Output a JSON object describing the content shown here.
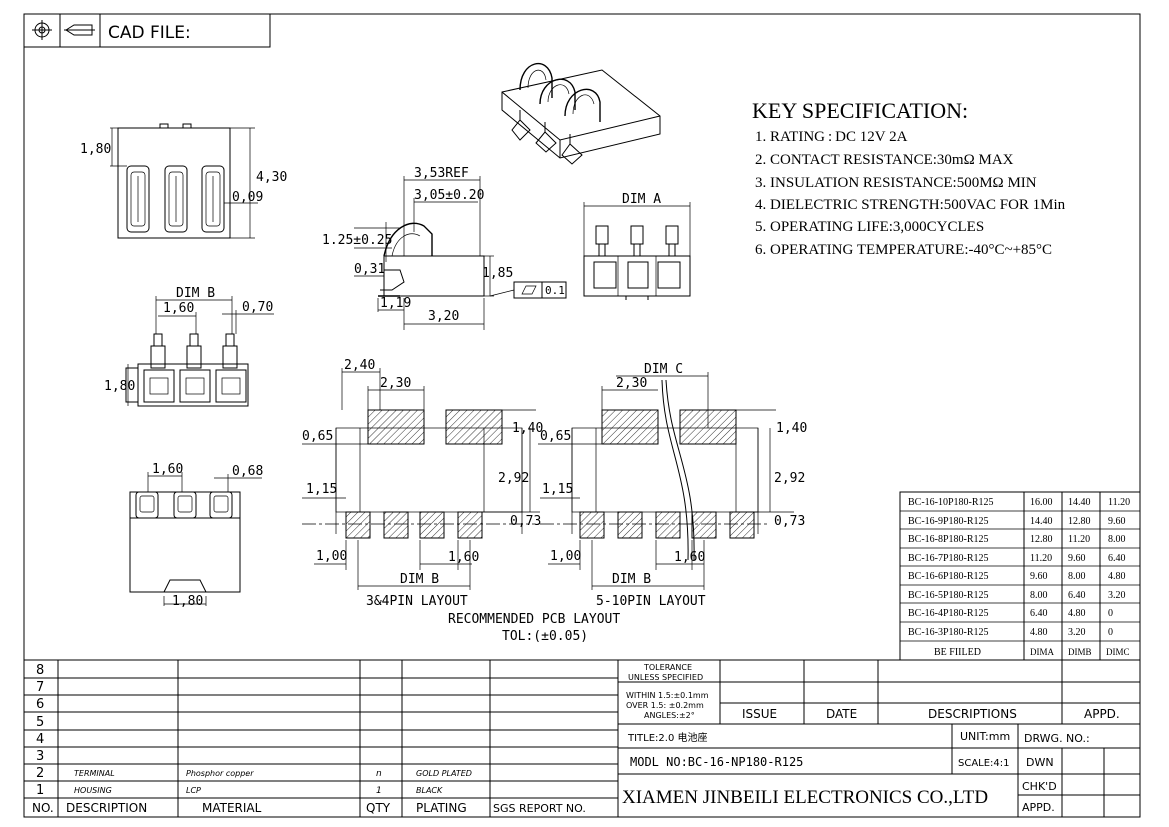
{
  "header": {
    "cad_file": "CAD FILE:"
  },
  "dims": {
    "top_w": "1,80",
    "top_h": "4,30",
    "top_gap": "0,09",
    "side_ref": "3,53REF",
    "side_span": "3,05±0.20",
    "side_125": "1.25±0.25",
    "side_031": "0,31",
    "side_185": "1,85",
    "side_119": "1,19",
    "side_320": "3,20",
    "flat_tol": "0.1",
    "dim_a": "DIM A",
    "b_dimb": "DIM B",
    "b_160": "1,60",
    "b_070": "0,70",
    "b_180": "1,80",
    "f_160": "1,60",
    "f_068": "0,68",
    "f_180": "1,80",
    "l_240": "2,40",
    "l_230": "2,30",
    "l_065": "0,65",
    "l_140": "1,40",
    "l_292": "2,92",
    "l_115": "1,15",
    "l_073": "0,73",
    "l_100": "1,00",
    "l_160": "1,60",
    "l_dimb": "DIM B",
    "l_label": "3&4PIN LAYOUT",
    "r_dimc": "DIM C",
    "r_230": "2,30",
    "r_065": "0,65",
    "r_140": "1,40",
    "r_292": "2,92",
    "r_115": "1,15",
    "r_073": "0,73",
    "r_100": "1,00",
    "r_160": "1,60",
    "r_dimb": "DIM B",
    "r_label": "5-10PIN LAYOUT",
    "pcb_title": "RECOMMENDED PCB LAYOUT",
    "pcb_tol": "TOL:(±0.05)"
  },
  "key_spec": {
    "title": "KEY SPECIFICATION:",
    "items": [
      "1. RATING : DC  12V    2A",
      "2. CONTACT  RESISTANCE:30mΩ  MAX",
      "3. INSULATION  RESISTANCE:500MΩ  MIN",
      "4. DIELECTRIC  STRENGTH:500VAC  FOR  1Min",
      "5. OPERATING  LIFE:3,000CYCLES",
      "6. OPERATING  TEMPERATURE:-40°C~+85°C"
    ]
  },
  "dim_table": {
    "rows": [
      {
        "part": "BC-16-10P180-R125",
        "a": "16.00",
        "b": "14.40",
        "c": "11.20"
      },
      {
        "part": "BC-16-9P180-R125",
        "a": "14.40",
        "b": "12.80",
        "c": "9.60"
      },
      {
        "part": "BC-16-8P180-R125",
        "a": "12.80",
        "b": "11.20",
        "c": "8.00"
      },
      {
        "part": "BC-16-7P180-R125",
        "a": "11.20",
        "b": "9.60",
        "c": "6.40"
      },
      {
        "part": "BC-16-6P180-R125",
        "a": "9.60",
        "b": "8.00",
        "c": "4.80"
      },
      {
        "part": "BC-16-5P180-R125",
        "a": "8.00",
        "b": "6.40",
        "c": "3.20"
      },
      {
        "part": "BC-16-4P180-R125",
        "a": "6.40",
        "b": "4.80",
        "c": "0"
      },
      {
        "part": "BC-16-3P180-R125",
        "a": "4.80",
        "b": "3.20",
        "c": "0"
      }
    ],
    "footer": {
      "label": "BE FIILED",
      "a": "DIMA",
      "b": "DIMB",
      "c": "DIMC"
    }
  },
  "bom": {
    "row_numbers": [
      "8",
      "7",
      "6",
      "5",
      "4",
      "3",
      "2",
      "1"
    ],
    "items": [
      {
        "no": "2",
        "description": "TERMINAL",
        "material": "Phosphor copper",
        "qty": "n",
        "plating": "GOLD PLATED"
      },
      {
        "no": "1",
        "description": "HOUSING",
        "material": "LCP",
        "qty": "1",
        "plating": "BLACK"
      }
    ],
    "headers": {
      "no": "NO.",
      "description": "DESCRIPTION",
      "material": "MATERIAL",
      "qty": "QTY",
      "plating": "PLATING",
      "sgs": "SGS REPORT NO."
    }
  },
  "title_block": {
    "tolerance_1": "TOLERANCE",
    "tolerance_2": "UNLESS SPECIFIED",
    "within": "WITHIN 1.5:±0.1mm",
    "over": "OVER 1.5: ±0.2mm",
    "angles": "ANGLES:±2°",
    "issue": "ISSUE",
    "date": "DATE",
    "descriptions": "DESCRIPTIONS",
    "appd_rev": "APPD.",
    "title": "TITLE:2.0 电池座",
    "unit": "UNIT:mm",
    "drwg_no": "DRWG. NO.:",
    "model": "MODL NO:BC-16-NP180-R125",
    "scale": "SCALE:4:1",
    "dwn": "DWN",
    "chkd": "CHK'D",
    "appd": "APPD.",
    "company": "XIAMEN JINBEILI ELECTRONICS CO.,LTD"
  }
}
